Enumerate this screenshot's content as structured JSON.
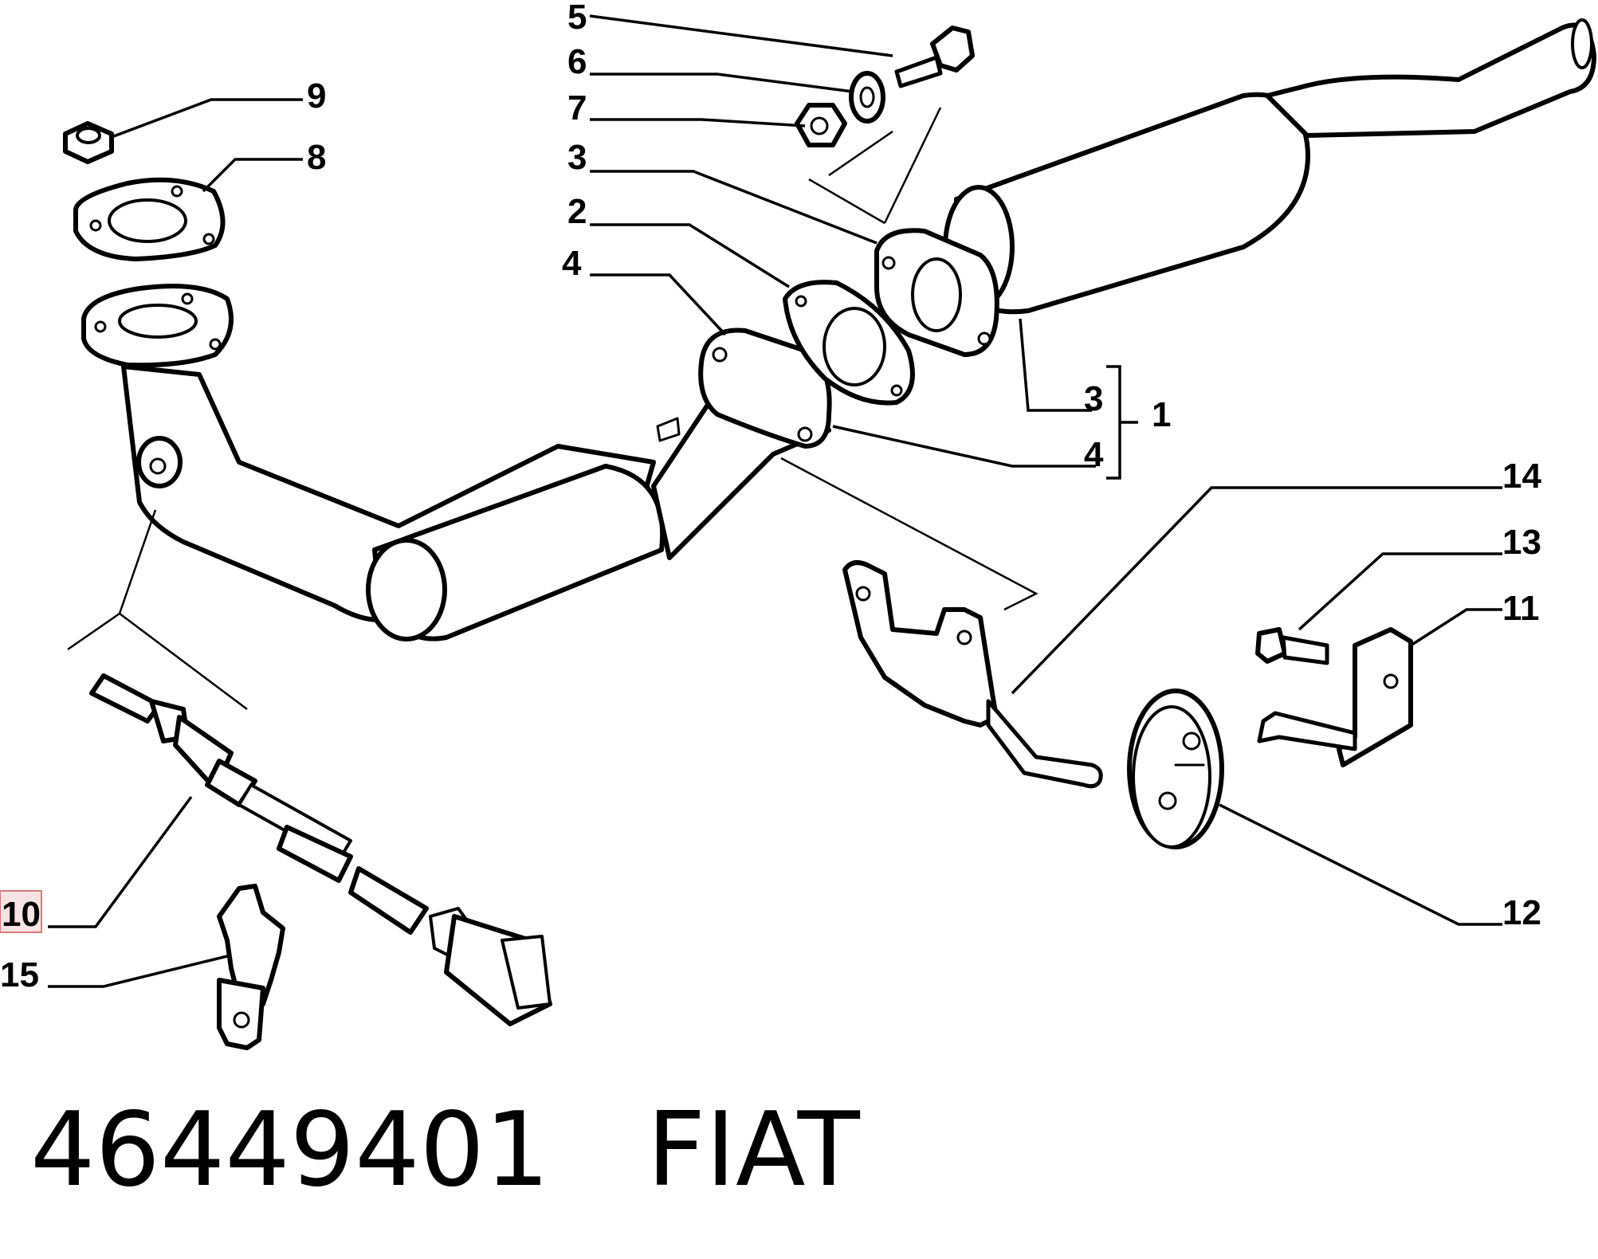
{
  "callouts": {
    "c1": "1",
    "c2": "2",
    "c3a": "3",
    "c3b": "3",
    "c4a": "4",
    "c4b": "4",
    "c5": "5",
    "c6": "6",
    "c7": "7",
    "c8": "8",
    "c9": "9",
    "c10": "10",
    "c11": "11",
    "c12": "12",
    "c13": "13",
    "c14": "14",
    "c15": "15"
  },
  "caption": {
    "part_number": "46449401",
    "brand": "FIAT"
  },
  "colors": {
    "line": "#000000",
    "highlight_fill": "#f7e3e3",
    "highlight_border": "#d97a7a"
  }
}
